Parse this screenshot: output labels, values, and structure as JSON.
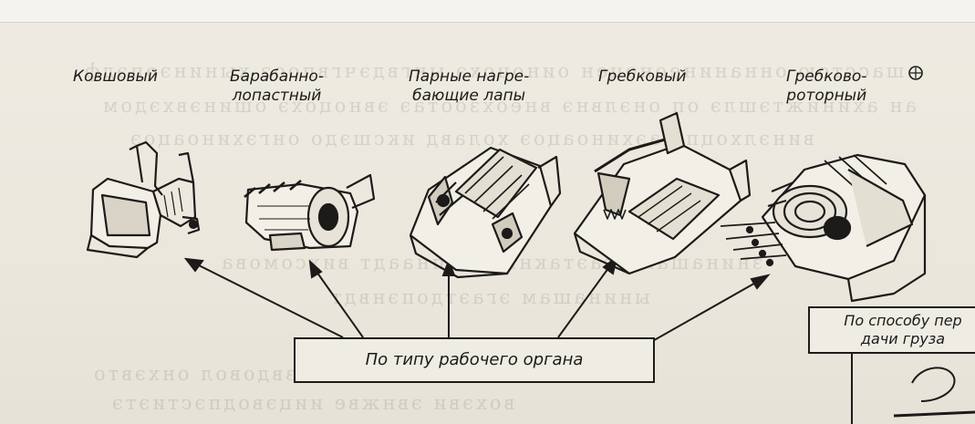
{
  "diagram": {
    "root": {
      "label": "По типу рабочего органа"
    },
    "types": [
      {
        "label": "Ковшовый"
      },
      {
        "label": "Барабанно-\nлопастный"
      },
      {
        "label": "Парные нагре-\nбающие лапы"
      },
      {
        "label": "Гребковый"
      },
      {
        "label": "Гребково-\nроторный"
      }
    ],
    "side_box": {
      "label": "По способу пер\nдачи груза"
    }
  }
}
